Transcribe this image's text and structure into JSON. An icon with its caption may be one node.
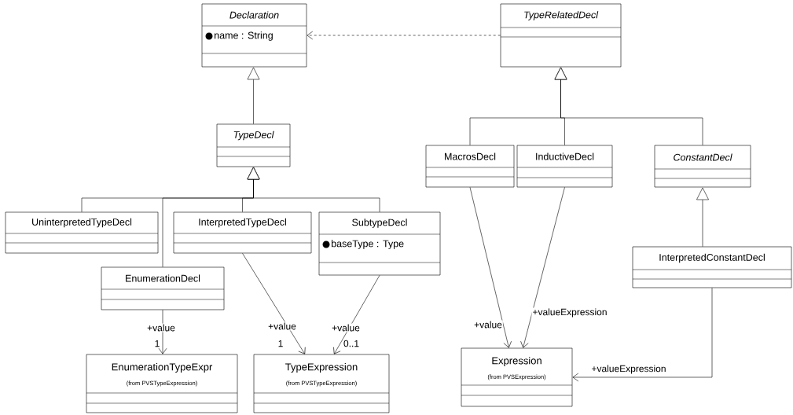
{
  "diagram": {
    "nodes": [
      {
        "text": [
          "Declaration",
          "name : String"
        ]
      },
      {
        "text": [
          "TypeRelatedDecl"
        ]
      },
      {
        "text": [
          "TypeDecl"
        ]
      },
      {
        "text": [
          "MacrosDecl"
        ]
      },
      {
        "text": [
          "InductiveDecl"
        ]
      },
      {
        "text": [
          "ConstantDecl"
        ]
      },
      {
        "text": [
          "UninterpretedTypeDecl"
        ]
      },
      {
        "text": [
          "InterpretedTypeDecl"
        ]
      },
      {
        "text": [
          "SubtypeDecl",
          "baseType : Type"
        ]
      },
      {
        "text": [
          "EnumerationDecl"
        ]
      },
      {
        "text": [
          "InterpretedConstantDecl"
        ]
      },
      {
        "text": [
          "EnumerationTypeExpr",
          "(from PVSTypeExpression)"
        ]
      },
      {
        "text": [
          "TypeExpression",
          "(from PVSTypeExpression)"
        ]
      },
      {
        "text": [
          "Expression",
          "(from PVSExpression)"
        ]
      }
    ],
    "edges": [
      {
        "from": 1,
        "to": 0,
        "arrow": "to",
        "style": "dashed"
      },
      {
        "from": 2,
        "to": 0,
        "arrow": "to"
      },
      {
        "from": 6,
        "to": 2,
        "arrow": "to"
      },
      {
        "from": 9,
        "to": 2,
        "arrow": "to"
      },
      {
        "from": 7,
        "to": 2,
        "arrow": "to"
      },
      {
        "from": 8,
        "to": 2,
        "arrow": "to"
      },
      {
        "from": 3,
        "to": 1,
        "arrow": "to"
      },
      {
        "from": 4,
        "to": 1,
        "arrow": "to"
      },
      {
        "from": 5,
        "to": 1,
        "arrow": "to"
      },
      {
        "from": 10,
        "to": 5,
        "arrow": "to"
      },
      {
        "from": 9,
        "to": 11,
        "arrow": "to",
        "label": "+value"
      },
      {
        "from": 7,
        "to": 12,
        "arrow": "to",
        "label": "+value"
      },
      {
        "from": 8,
        "to": 12,
        "arrow": "to",
        "label": "+value"
      },
      {
        "from": 3,
        "to": 13,
        "arrow": "to",
        "label": "+value"
      },
      {
        "from": 4,
        "to": 13,
        "arrow": "to",
        "label": "+valueExpression"
      },
      {
        "from": 10,
        "to": 13,
        "arrow": "to",
        "label": "+valueExpression"
      }
    ],
    "labels": [
      "1",
      "1",
      "0..1"
    ]
  }
}
